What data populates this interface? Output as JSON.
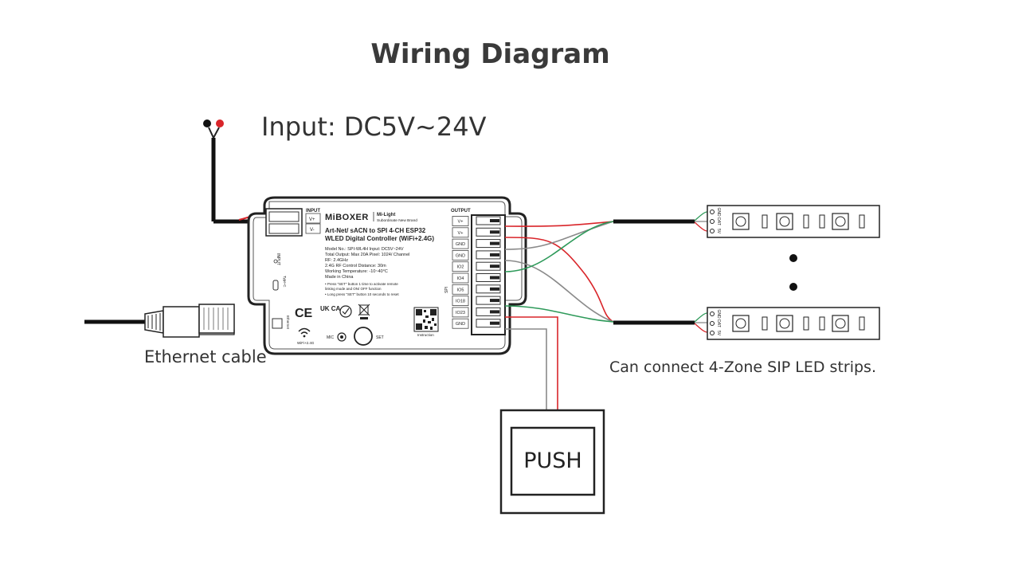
{
  "title": "Wiring Diagram",
  "input_label": "Input: DC5V~24V",
  "ethernet_label": "Ethernet cable",
  "strips_label": "Can connect 4-Zone SIP LED strips.",
  "push_label": "PUSH",
  "controller": {
    "brand": "MiBOXER",
    "brand_sub": "Mi-Light",
    "brand_sub2": "Subordinate New Brand",
    "name_line1": "Art-Net/ sACN to SPI 4-CH ESP32",
    "name_line2": "WLED Digital Controller (WiFi+2.4G)",
    "specs": [
      "Model No.: SPI-WL4H    Input: DC5V~24V",
      "Total Output: Max 20A    Pixel: 1024/ Channel",
      "RF: 2.4GHz",
      "2.4G RF Control Distance: 30m",
      "Working Temperature: -10~40°C",
      "Made in China"
    ],
    "notes": [
      "• Press \"SET\" button 1 time to activate remote",
      "  linking mode and ON/ OFF function",
      "• Long press \"SET\" button 10 seconds to reset"
    ],
    "input_header": "INPUT",
    "input_terminals": [
      "V+",
      "V-"
    ],
    "output_header": "OUTPUT",
    "output_terminals": [
      "V+",
      "V+",
      "GND",
      "GND",
      "IO2",
      "IO4",
      "IO5",
      "IO18",
      "IO23",
      "GND"
    ],
    "spi_label": "SPI",
    "mic_label": "MIC",
    "set_label": "SET",
    "wifi_label": "WiFi+2.4G",
    "instruction_label": "Instruction",
    "input_port_label": "INPUT",
    "typec_label": "Type-C",
    "ethernet_port_label": "Ethernet",
    "cert_marks": [
      "CE",
      "UK CA"
    ]
  },
  "strip": {
    "pin_labels": [
      "GND",
      "DAT",
      "5V"
    ]
  },
  "colors": {
    "wire_red": "#d9252a",
    "wire_green": "#2e9a5a",
    "wire_gray": "#8a8a8a",
    "outline": "#222222"
  }
}
